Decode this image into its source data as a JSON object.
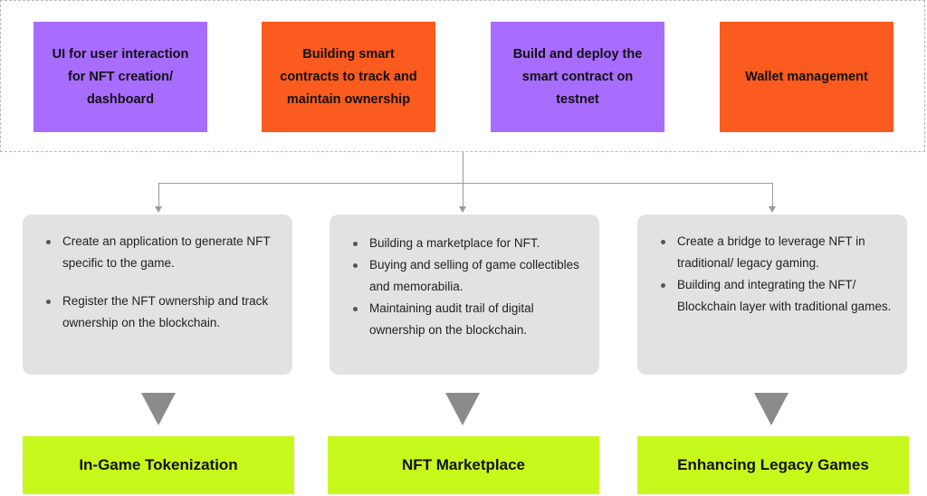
{
  "top_boxes": [
    {
      "label": "UI for user interaction for NFT creation/ dashboard",
      "color": "#a86cff"
    },
    {
      "label": "Building smart contracts to track and maintain ownership",
      "color": "#fb5b1e"
    },
    {
      "label": "Build and deploy the smart contract on testnet",
      "color": "#a86cff"
    },
    {
      "label": "Wallet management",
      "color": "#fb5b1e"
    }
  ],
  "cards": [
    {
      "items": [
        "Create an application to generate NFT specific to the game.",
        "Register the NFT ownership and track ownership on the blockchain."
      ]
    },
    {
      "items": [
        "Building a marketplace for NFT.",
        "Buying and selling of game collectibles and memorabilia.",
        "Maintaining audit trail of digital ownership on the blockchain."
      ]
    },
    {
      "items": [
        "Create a bridge to leverage NFT in traditional/ legacy gaming.",
        "Building and integrating the NFT/ Blockchain layer with traditional games."
      ]
    }
  ],
  "results": [
    {
      "label": "In-Game Tokenization",
      "color": "#c7f81b"
    },
    {
      "label": "NFT Marketplace",
      "color": "#c7f81b"
    },
    {
      "label": "Enhancing Legacy Games",
      "color": "#c7f81b"
    }
  ]
}
